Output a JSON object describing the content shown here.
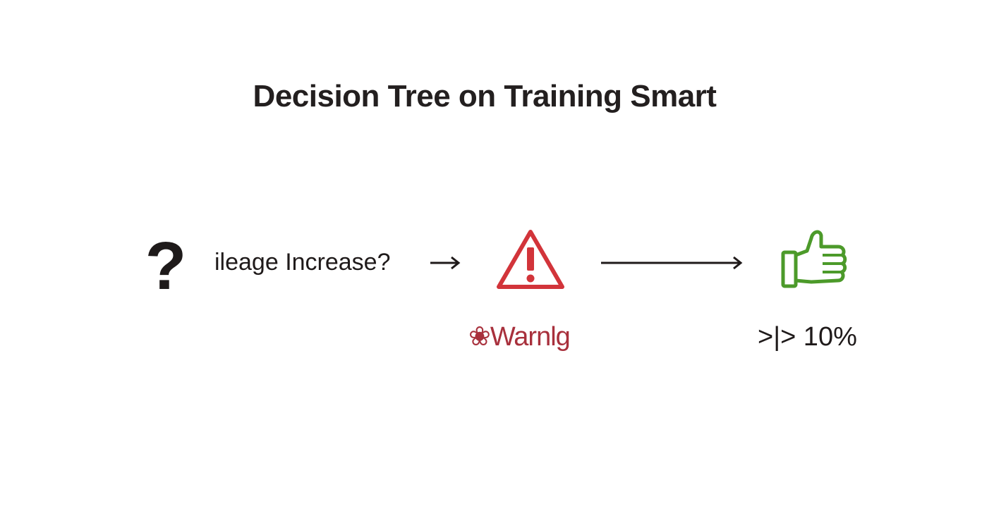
{
  "title": "Decision Tree on Training Smart",
  "question": {
    "symbol": "?",
    "icon": "question-mark-icon",
    "label": "ileage Increase?"
  },
  "warning": {
    "icon": "warning-triangle-icon",
    "label": "❀Warnlg",
    "color": "#d2343a"
  },
  "result": {
    "icon": "thumbs-up-icon",
    "label": ">|> 10%",
    "color": "#4c9a2a"
  },
  "connectors": [
    "arrow-right-icon",
    "arrow-right-icon"
  ]
}
